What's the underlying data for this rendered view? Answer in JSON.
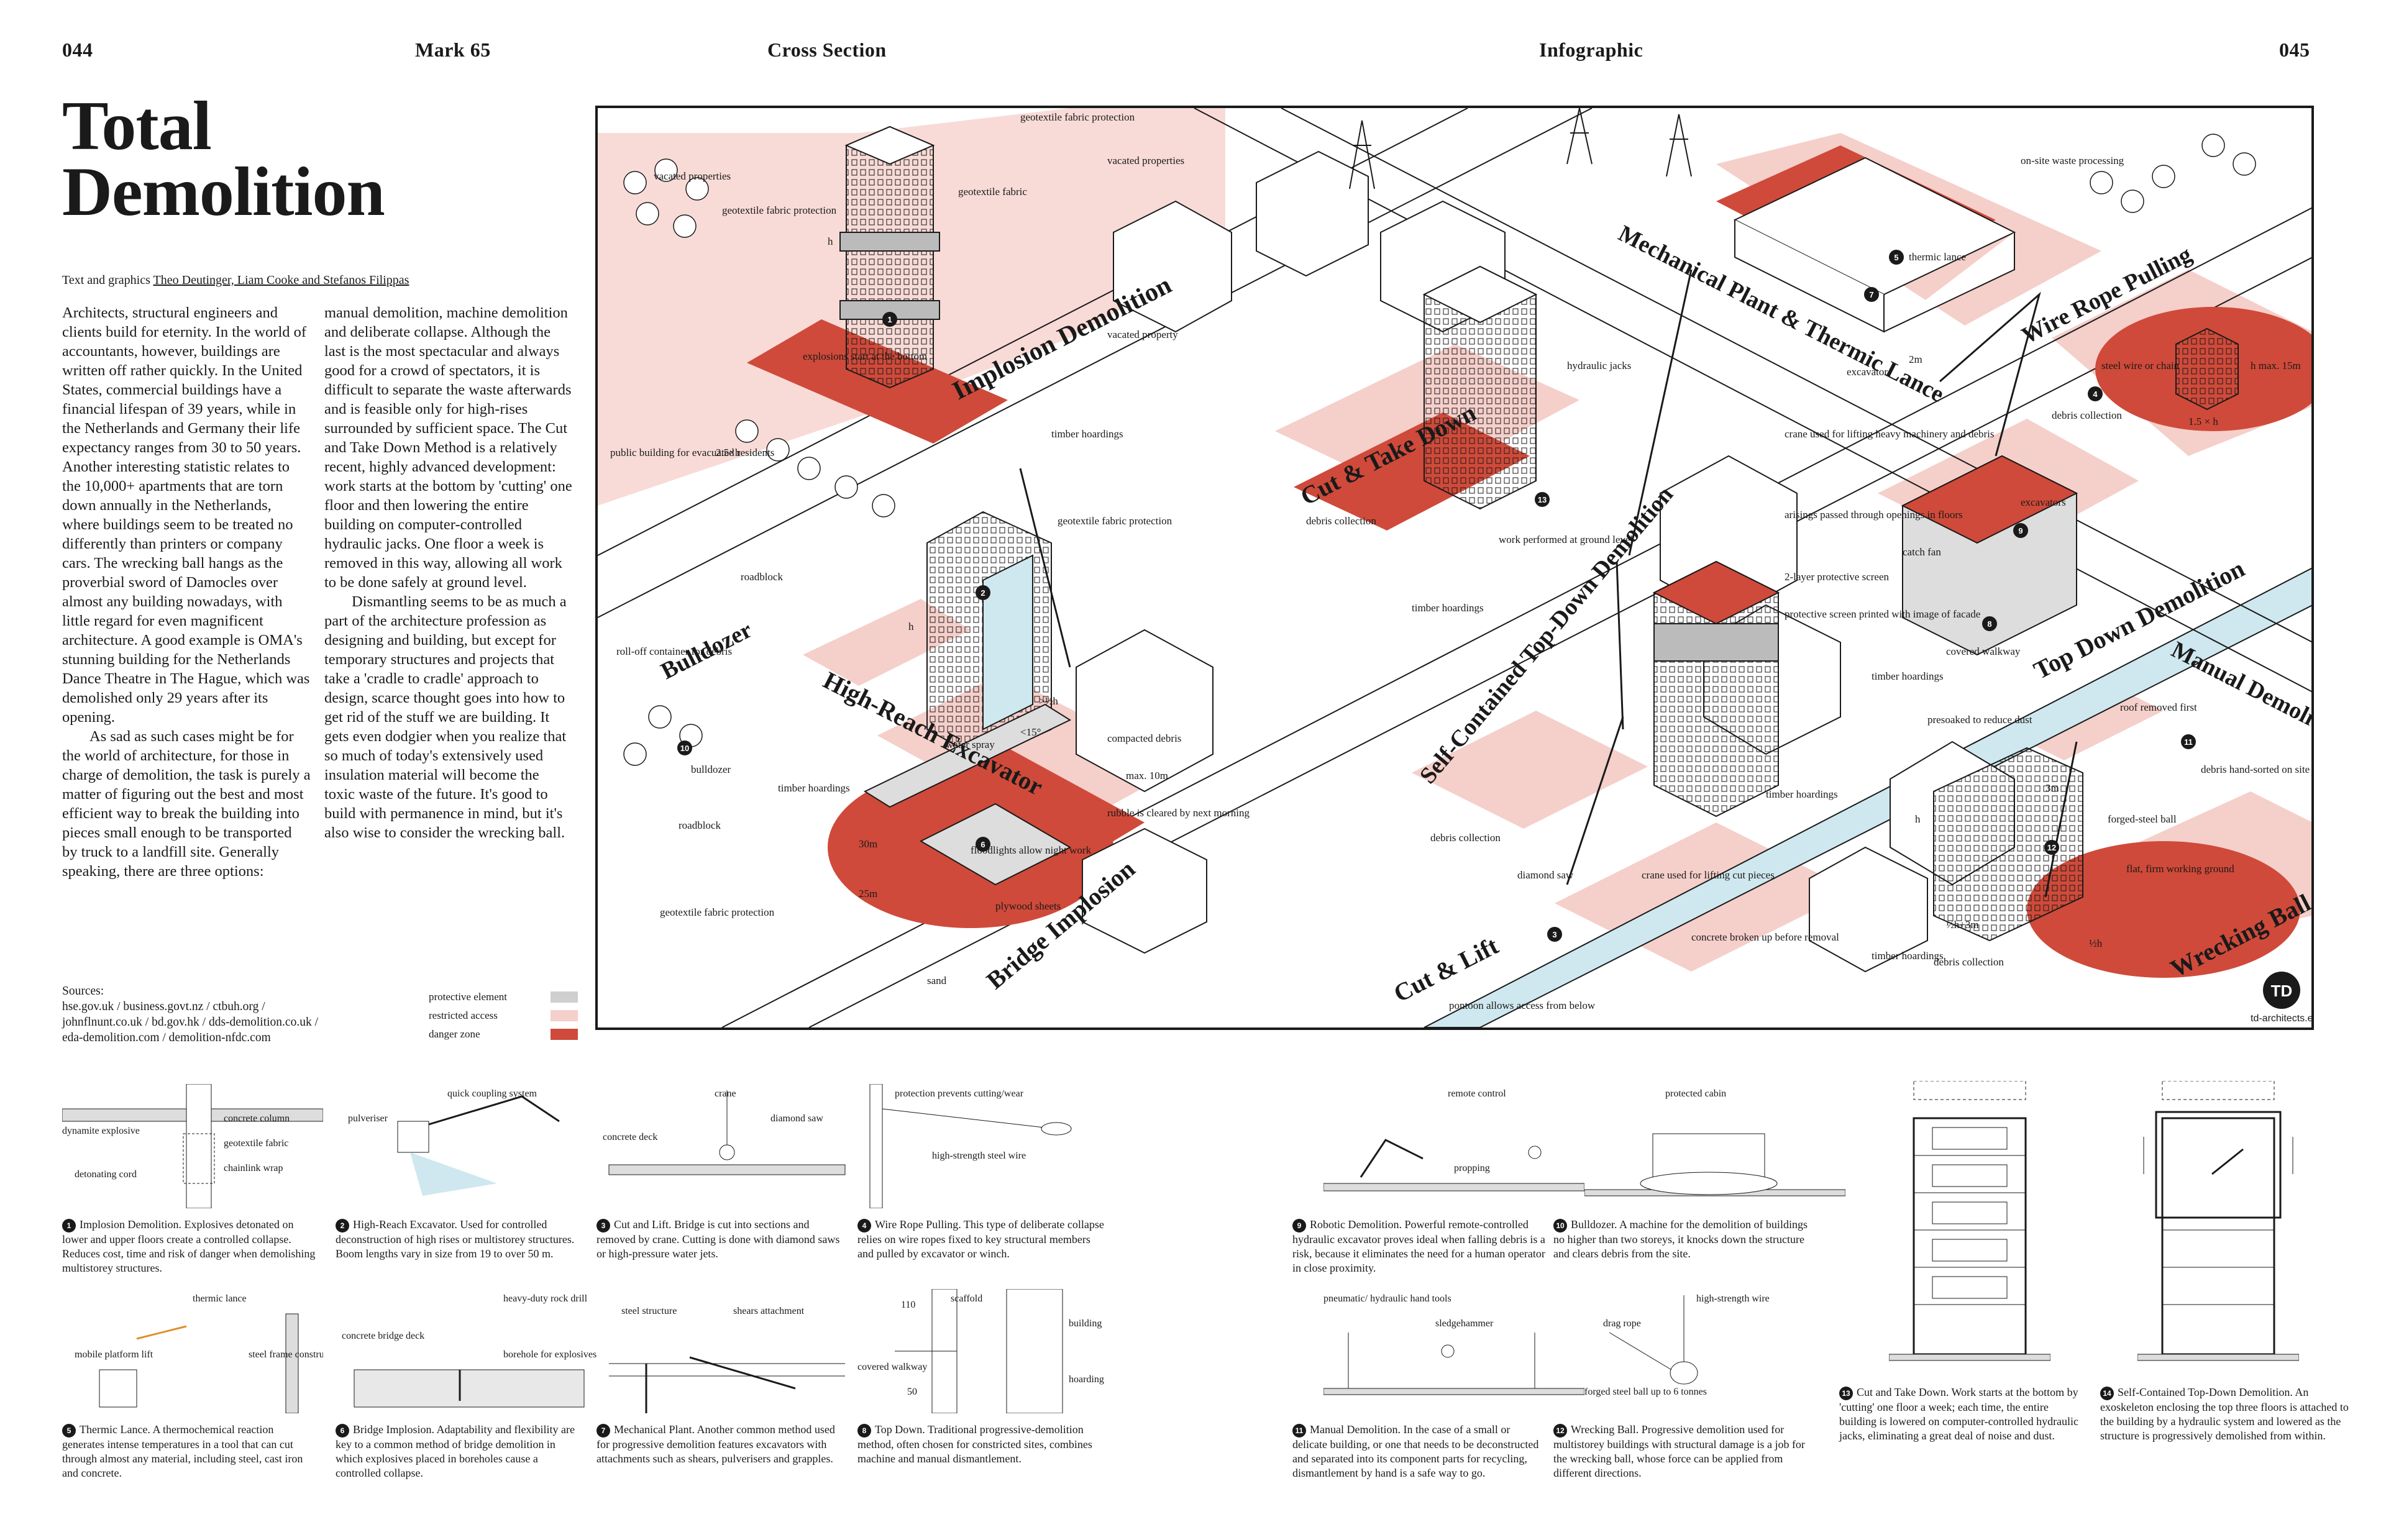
{
  "header": {
    "page_left": "044",
    "magazine": "Mark 65",
    "section": "Cross Section",
    "category": "Infographic",
    "page_right": "045"
  },
  "article": {
    "title_line1": "Total",
    "title_line2": "Demolition",
    "credits_prefix": "Text and graphics ",
    "credits_names": "Theo Deutinger, Liam Cooke and Stefanos Filippas",
    "col1_p1": "Architects, structural engineers and clients build for eternity. In the world of accountants, however, buildings are written off rather quickly. In the United States, commercial buildings have a financial lifespan of 39 years, while in the Netherlands and Germany their life expectancy ranges from 30 to 50 years. Another interesting statistic relates to the 10,000+ apartments that are torn down annually in the Netherlands, where buildings seem to be treated no differently than printers or company cars. The wrecking ball hangs as the proverbial sword of Damocles over almost any building nowadays, with little regard for even magnificent architecture. A good example is OMA's stunning building for the Netherlands Dance Theatre in The Hague, which was demolished only 29 years after its opening.",
    "col1_p2": "As sad as such cases might be for the world of architecture, for those in charge of demolition, the task is purely a matter of figuring out the best and most efficient way to break the building into pieces small enough to be transported by truck to a landfill site. Generally speaking, there are three options:",
    "col2_p1": "manual demolition, machine demolition and deliberate collapse. Although the last is the most spectacular and always good for a crowd of spectators, it is difficult to separate the waste afterwards and is feasible only for high-rises surrounded by sufficient space. The Cut and Take Down Method is a relatively recent, highly advanced development: work starts at the bottom by 'cutting' one floor and then lowering the entire building on computer-controlled hydraulic jacks. One floor a week is removed in this way, allowing all work to be done safely at ground level.",
    "col2_p2": "Dismantling seems to be as much a part of the architecture profession as designing and building, but except for temporary structures and projects that take a 'cradle to cradle' approach to design, scarce thought goes into how to get rid of the stuff we are building. It gets even dodgier when you realize that so much of today's extensively used insulation material will become the toxic waste of the future. It's good to build with permanence in mind, but it's also wise to consider the wrecking ball."
  },
  "sources": {
    "label": "Sources:",
    "line1": "hse.gov.uk / business.govt.nz / ctbuh.org /",
    "line2": "johnflnunt.co.uk / bd.gov.hk / dds-demolition.co.uk /",
    "line3": "eda-demolition.com / demolition-nfdc.com"
  },
  "legend": {
    "protective": {
      "label": "protective element",
      "color": "#cfcfcf"
    },
    "restricted": {
      "label": "restricted access",
      "color": "#f5cfca"
    },
    "danger": {
      "label": "danger zone",
      "color": "#cf4a3a"
    }
  },
  "colors": {
    "accent": "#cf4a3a",
    "pink": "#f5cfca",
    "ink": "#1a1a1a",
    "water": "#cfe8ef"
  },
  "map": {
    "zones": {
      "implosion": "Implosion Demolition",
      "cut_take_down": "Cut & Take Down",
      "mechanical": "Mechanical Plant & Thermic Lance",
      "wire_rope": "Wire Rope Pulling",
      "bulldozer": "Bulldozer",
      "high_reach": "High-Reach Excavator",
      "self_contained": "Self-Contained Top-Down Demolition",
      "top_down": "Top Down Demolition",
      "manual": "Manual Demolition",
      "bridge": "Bridge Implosion",
      "cut_lift": "Cut & Lift",
      "wrecking": "Wrecking Ball"
    },
    "labels": {
      "vacated1": "vacated properties",
      "geofabric_prot1": "geotextile fabric protection",
      "geofabric_prot2": "geotextile fabric protection",
      "geofabric": "geotextile fabric",
      "vacated2": "vacated properties",
      "vacated3": "vacated property",
      "h1": "h",
      "explosions": "explosions start at the bottom",
      "two_five_h": "2.5×h",
      "public_building": "public building for evacuated residents",
      "timber_hoardings1": "timber hoardings",
      "roadblock1": "roadblock",
      "rolloff": "roll-off container for debris",
      "bulldozer_lbl": "bulldozer",
      "geofabric_prot3": "geotextile fabric protection",
      "h2": "h",
      "half_h": ">½h",
      "angle": "<15°",
      "water_spray": "water spray",
      "compacted": "compacted debris",
      "max10": "max. 10m",
      "timber_hoardings2": "timber hoardings",
      "rubble": "rubble is cleared by next morning",
      "roadblock2": "roadblock",
      "floodlights": "floodlights allow night work",
      "thirty_m": "30m",
      "plywood": "plywood sheets",
      "twentyfive_m": "25m",
      "geofabric_prot4": "geotextile fabric protection",
      "sand": "sand",
      "debris_collection1": "debris collection",
      "hydraulic_jacks": "hydraulic jacks",
      "work_ground": "work performed at ground level",
      "timber_hoardings3": "timber hoardings",
      "protective_screen": "protective screen printed with image of facade",
      "debris_collection2": "debris collection",
      "diamond_saw": "diamond saw",
      "crane_lifting": "crane used for lifting cut pieces",
      "concrete_broken": "concrete broken up before removal",
      "pontoon": "pontoon allows access from below",
      "timber_hoardings4": "timber hoardings",
      "onsite_waste": "on-site waste processing",
      "thermic_lance": "thermic lance",
      "two_m": "2m",
      "excavator1": "excavator",
      "steel_wire": "steel wire or chain",
      "h_max": "h max. 15m",
      "one_five_h": "1.5 × h",
      "debris_collection3": "debris collection",
      "crane_heavy": "crane used for lifting heavy machinery and debris",
      "arisings": "arisings passed through openings in floors",
      "excavators2": "excavators",
      "catch_fan": "catch fan",
      "two_layer": "2-layer protective screen",
      "timber_hoardings5": "timber hoardings",
      "covered_walkway": "covered walkway",
      "roof_removed": "roof removed first",
      "debris_hand": "debris hand-sorted on site",
      "presoaked": "presoaked to reduce dust",
      "three_m": "3m",
      "h3": "h",
      "forged_ball": "forged-steel ball",
      "flat_ground": "flat, firm working ground",
      "half_h_3m": "½h+3m",
      "half_h2": "½h",
      "debris_collection4": "debris collection",
      "timber_hoardings6": "timber hoardings",
      "logo": "TD",
      "logo_url": "td-architects.eu"
    }
  },
  "diagrams": [
    {
      "id": 1,
      "caption": "Implosion Demolition. Explosives detonated on lower and upper floors create a controlled collapse. Reduces cost, time and risk of danger when demolishing multistorey structures.",
      "labels": [
        "dynamite explosive",
        "concrete column",
        "geotextile fabric",
        "detonating cord",
        "chainlink wrap"
      ]
    },
    {
      "id": 2,
      "caption": "High-Reach Excavator. Used for controlled deconstruction of high rises or multistorey structures. Boom lengths vary in size from 19 to over 50 m.",
      "labels": [
        "quick coupling system",
        "pulveriser"
      ]
    },
    {
      "id": 3,
      "caption": "Cut and Lift. Bridge is cut into sections and removed by crane. Cutting is done with diamond saws or high-pressure water jets.",
      "labels": [
        "crane",
        "diamond saw",
        "concrete deck"
      ]
    },
    {
      "id": 4,
      "caption": "Wire Rope Pulling. This type of deliberate collapse relies on wire ropes fixed to key structural members and pulled by excavator or winch.",
      "labels": [
        "protection prevents cutting/wear",
        "high-strength steel wire"
      ]
    },
    {
      "id": 5,
      "caption": "Thermic Lance. A thermochemical reaction generates intense temperatures in a tool that can cut through almost any material, including steel, cast iron and concrete.",
      "labels": [
        "thermic lance",
        "mobile platform lift",
        "steel frame construction"
      ]
    },
    {
      "id": 6,
      "caption": "Bridge Implosion. Adaptability and flexibility are key to a common method of bridge demolition in which explosives placed in boreholes cause a controlled collapse.",
      "labels": [
        "heavy-duty rock drill",
        "concrete bridge deck",
        "borehole for explosives"
      ]
    },
    {
      "id": 7,
      "caption": "Mechanical Plant. Another common method used for progressive demolition features excavators with attachments such as shears, pulverisers and grapples.",
      "labels": [
        "steel structure",
        "shears attachment"
      ]
    },
    {
      "id": 8,
      "caption": "Top Down. Traditional progressive-demolition method, often chosen for constricted sites, combines machine and manual dismantlement.",
      "labels": [
        "scaffold",
        "building",
        "covered walkway",
        "hoarding",
        "110",
        "50"
      ]
    },
    {
      "id": 9,
      "caption": "Robotic Demolition. Powerful remote-controlled hydraulic excavator proves ideal when falling debris is a risk, because it eliminates the need for a human operator in close proximity.",
      "labels": [
        "remote control",
        "propping"
      ]
    },
    {
      "id": 10,
      "caption": "Bulldozer. A machine for the demolition of buildings no higher than two storeys, it knocks down the structure and clears debris from the site.",
      "labels": [
        "protected cabin"
      ]
    },
    {
      "id": 11,
      "caption": "Manual Demolition. In the case of a small or delicate building, or one that needs to be deconstructed and separated into its component parts for recycling, dismantlement by hand is a safe way to go.",
      "labels": [
        "pneumatic/ hydraulic hand tools",
        "sledgehammer"
      ]
    },
    {
      "id": 12,
      "caption": "Wrecking Ball. Progressive demolition used for multistorey buildings with structural damage is a job for the wrecking ball, whose force can be applied from different directions.",
      "labels": [
        "high-strength wire",
        "drag rope",
        "forged steel ball up to 6 tonnes"
      ]
    },
    {
      "id": 13,
      "caption": "Cut and Take Down. Work starts at the bottom by 'cutting' one floor a week; each time, the entire building is lowered on computer-controlled hydraulic jacks, eliminating a great deal of noise and dust.",
      "labels": []
    },
    {
      "id": 14,
      "caption": "Self-Contained Top-Down Demolition. An exoskeleton enclosing the top three floors is attached to the building by a hydraulic system and lowered as the structure is progressively demolished from within.",
      "labels": []
    }
  ]
}
